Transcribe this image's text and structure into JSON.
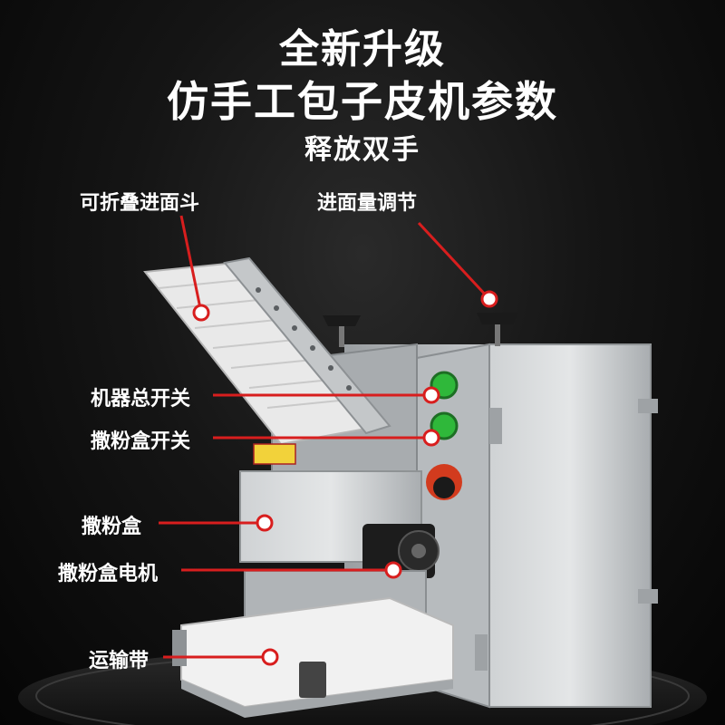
{
  "header": {
    "line1": "全新升级",
    "line2": "仿手工包子皮机参数",
    "line3": "释放双手"
  },
  "callouts": {
    "hopper": "可折叠进面斗",
    "feed_adjust": "进面量调节",
    "main_switch": "机器总开关",
    "powder_switch": "撒粉盒开关",
    "powder_box": "撒粉盒",
    "powder_motor": "撒粉盒电机",
    "conveyor": "运输带"
  },
  "colors": {
    "callout_line": "#d81e1e",
    "callout_dot": "#ffffff",
    "button_green": "#2fb83a",
    "steel": "#bfc3c6"
  }
}
